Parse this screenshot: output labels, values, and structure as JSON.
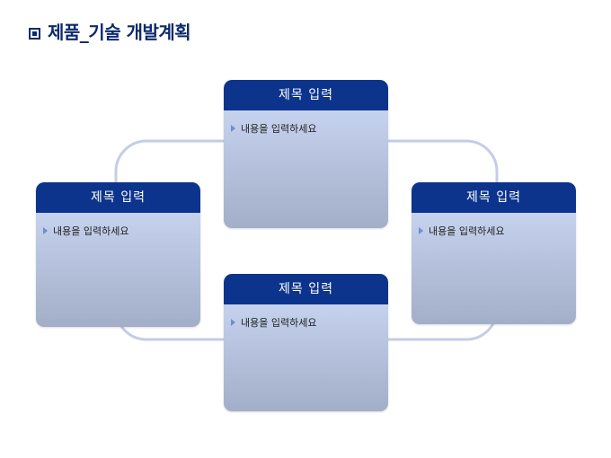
{
  "title": "제품_기술 개발계획",
  "boxes": [
    {
      "title": "제목 입력",
      "content": "내용을 입력하세요"
    },
    {
      "title": "제목 입력",
      "content": "내용을 입력하세요"
    },
    {
      "title": "제목 입력",
      "content": "내용을 입력하세요"
    },
    {
      "title": "제목 입력",
      "content": "내용을 입력하세요"
    }
  ]
}
